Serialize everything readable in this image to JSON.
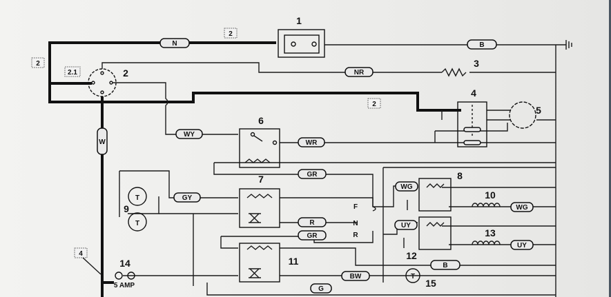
{
  "components": {
    "c1": "1",
    "c2": "2",
    "c3": "3",
    "c4": "4",
    "c5": "5",
    "c6": "6",
    "c7": "7",
    "c8": "8",
    "c9": "9",
    "c10": "10",
    "c11": "11",
    "c12": "12",
    "c13": "13",
    "c14": "14",
    "c15": "15"
  },
  "refs": {
    "top": "2",
    "left": "2",
    "connector": "2.1",
    "mid": "2",
    "bottom": "4"
  },
  "wires": {
    "n": "N",
    "b_top": "B",
    "nr": "NR",
    "wy": "WY",
    "wr": "WR",
    "gr1": "GR",
    "gy": "GY",
    "r": "R",
    "gr2": "GR",
    "bw": "BW",
    "g": "G",
    "wg1": "WG",
    "wg2": "WG",
    "uy1": "UY",
    "uy2": "UY",
    "b_low": "B",
    "w": "W"
  },
  "switch_positions": {
    "f": "F",
    "n": "N",
    "r": "R"
  },
  "fuse_rating": "5 AMP"
}
